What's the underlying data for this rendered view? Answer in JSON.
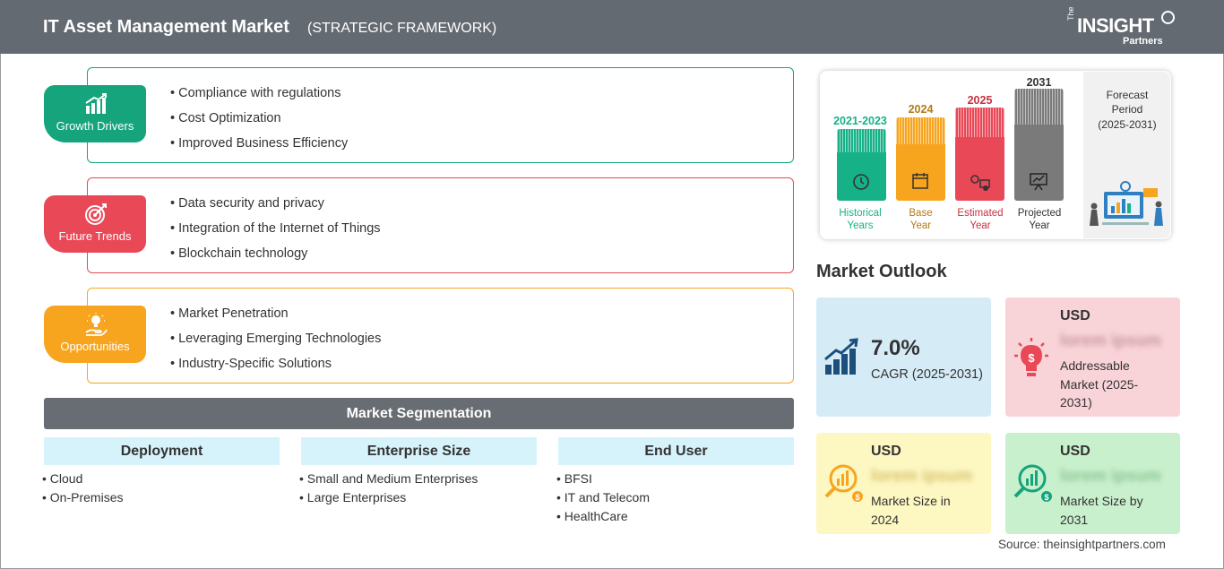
{
  "header": {
    "title": "IT Asset Management Market",
    "subtitle": "(STRATEGIC FRAMEWORK)",
    "logo": {
      "the": "The",
      "insight": "INSIGHT",
      "partners": "Partners"
    }
  },
  "framework": [
    {
      "label": "Growth Drivers",
      "icon": "bar-chart-growth-icon",
      "color": "#15a47c",
      "items": [
        "Compliance with regulations",
        "Cost Optimization",
        "Improved Business Efficiency"
      ]
    },
    {
      "label": "Future Trends",
      "icon": "target-icon",
      "color": "#e94857",
      "items": [
        "Data security and privacy",
        "Integration of the Internet of Things",
        "Blockchain technology"
      ]
    },
    {
      "label": "Opportunities",
      "icon": "lightbulb-hand-icon",
      "color": "#f7a51f",
      "items": [
        "Market Penetration",
        "Leveraging Emerging Technologies",
        "Industry-Specific Solutions"
      ]
    }
  ],
  "segmentation": {
    "title": "Market Segmentation",
    "columns": [
      {
        "heading": "Deployment",
        "items": [
          "Cloud",
          "On-Premises"
        ]
      },
      {
        "heading": "Enterprise Size",
        "items": [
          "Small and Medium Enterprises",
          "Large Enterprises"
        ]
      },
      {
        "heading": "End User",
        "items": [
          "BFSI",
          "IT and Telecom",
          "HealthCare"
        ]
      }
    ]
  },
  "timeline": {
    "bars": [
      {
        "year": "2021-2023",
        "label_1": "Historical",
        "label_2": "Years",
        "color": "#17b187",
        "icon": "history-icon"
      },
      {
        "year": "2024",
        "label_1": "Base",
        "label_2": "Year",
        "color": "#f7a51f",
        "icon": "calendar-icon"
      },
      {
        "year": "2025",
        "label_1": "Estimated",
        "label_2": "Year",
        "color": "#e94857",
        "icon": "gears-chart-icon"
      },
      {
        "year": "2031",
        "label_1": "Projected",
        "label_2": "Year",
        "color": "#7a7a7a",
        "icon": "presentation-icon"
      }
    ],
    "forecast": {
      "line1": "Forecast",
      "line2": "Period",
      "line3": "(2025-2031)"
    }
  },
  "outlook": {
    "title": "Market Outlook",
    "cagr": {
      "value": "7.0%",
      "label": "CAGR (2025-2031)"
    },
    "addressable": {
      "usd": "USD",
      "value": "lorem ipsum",
      "desc": "Addressable Market (2025-2031)"
    },
    "size_2024": {
      "usd": "USD",
      "value": "lorem ipsum",
      "desc": "Market Size in 2024"
    },
    "size_2031": {
      "usd": "USD",
      "value": "lorem ipsum",
      "desc": "Market Size by 2031"
    }
  },
  "source": "Source: theinsightpartners.com",
  "colors": {
    "header": "#646a72",
    "tile_blue": "#d5ecf7",
    "tile_pink": "#f8d3d8",
    "tile_yellow": "#fdf7c2",
    "tile_green": "#c9f0cc"
  }
}
